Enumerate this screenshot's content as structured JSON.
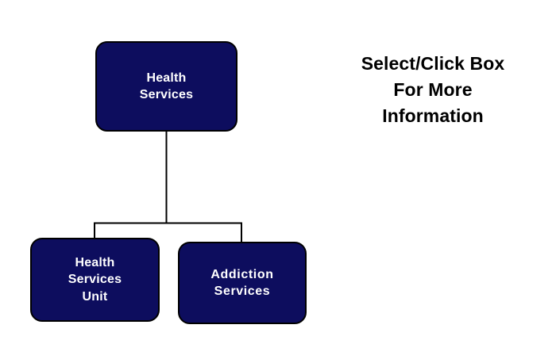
{
  "diagram": {
    "type": "org-chart",
    "orientation": "top-down",
    "background_color": "#ffffff",
    "node_fill_color": "#0d0d5e",
    "node_border_color": "#000000",
    "node_text_color": "#ffffff",
    "connector_color": "#000000",
    "nodes": [
      {
        "id": "root",
        "label": "Health\nServices",
        "level": 0
      },
      {
        "id": "health_services_unit",
        "label": "Health\nServices\nUnit",
        "level": 1
      },
      {
        "id": "addiction_services",
        "label": "Addiction\nServices",
        "level": 1
      }
    ],
    "edges": [
      {
        "from": "root",
        "to": "health_services_unit"
      },
      {
        "from": "root",
        "to": "addiction_services"
      }
    ]
  },
  "caption": {
    "text": "Select/Click Box\nFor More\nInformation",
    "color": "#000000"
  }
}
